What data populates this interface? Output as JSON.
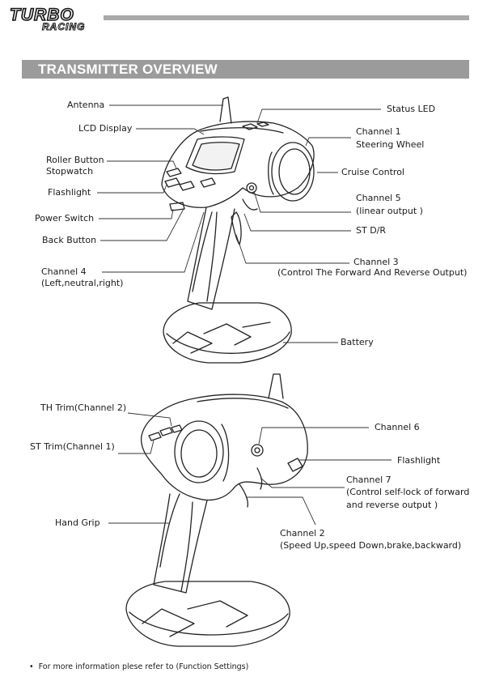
{
  "logo": {
    "line1": "TURBO",
    "line2": "RACING"
  },
  "section_title": "TRANSMITTER OVERVIEW",
  "top_labels": {
    "antenna": "Antenna",
    "lcd": "LCD Display",
    "roller": "Roller Button",
    "stopwatch": "Stopwatch",
    "flashlight": "Flashlight",
    "power": "Power Switch",
    "back": "Back Button",
    "ch4_title": "Channel 4",
    "ch4_desc": "(Left,neutral,right)",
    "status_led": "Status LED",
    "ch1_title": "Channel 1",
    "ch1_desc": "Steering Wheel",
    "cruise": "Cruise Control",
    "ch5_title": "Channel 5",
    "ch5_desc": "(linear output )",
    "st_dr": "ST D/R",
    "ch3_title": "Channel 3",
    "ch3_desc": "(Control The Forward And Reverse Output)",
    "battery": "Battery"
  },
  "bottom_labels": {
    "th_trim": "TH Trim(Channel 2)",
    "st_trim": "ST Trim(Channel 1)",
    "hand_grip": "Hand Grip",
    "ch6": "Channel 6",
    "flashlight": "Flashlight",
    "ch7_title": "Channel 7",
    "ch7_desc1": "(Control self-lock of forward",
    "ch7_desc2": "and reverse output )",
    "ch2_title": "Channel 2",
    "ch2_desc": "(Speed Up,speed Down,brake,backward)"
  },
  "footnote": "For more information plese refer to (Function Settings)"
}
